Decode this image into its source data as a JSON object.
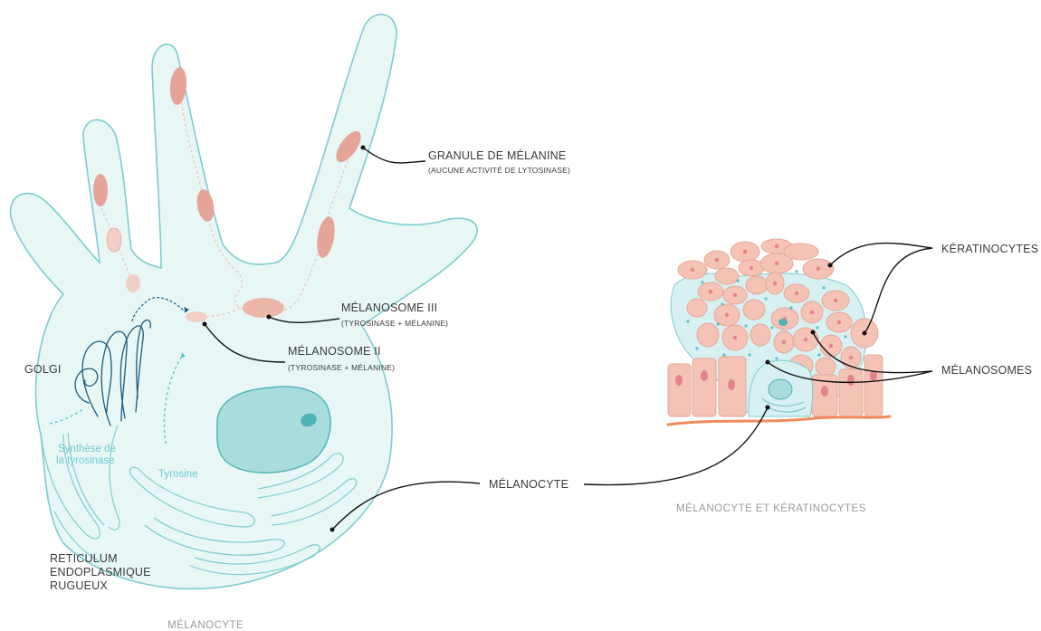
{
  "colors": {
    "cell_fill": "#e8f6f6",
    "cell_stroke": "#7ccccf",
    "melanosome": "#e5a497",
    "melanosome_light": "#f2cfc4",
    "nucleus": "#a9dcdc",
    "golgi": "#1f5a7a",
    "keratinocyte": "#f4c3b5",
    "basement": "#f08a5d",
    "leader": "#111111",
    "caption": "#9a9a9a"
  },
  "labels": {
    "granule_title": "GRANULE DE MÉLANINE",
    "granule_sub": "(AUCUNE ACTIVITÉ DE LYTOSINASE)",
    "melanosome3_title": "MÉLANOSOME III",
    "melanosome3_sub": "(TYROSINASE + MÉLANINE)",
    "melanosome2_title": "MÉLANOSOME II",
    "melanosome2_sub": "(TYROSINASE + MÉLANINE)",
    "golgi": "GOLGI",
    "synthesis_line1": "Synthèse de",
    "synthesis_line2": "la tyrosinase",
    "tyrosine": "Tyrosine",
    "reticulum_line1": "RETICULUM",
    "reticulum_line2": "ENDOPLASMIQUE",
    "reticulum_line3": "RUGUEUX",
    "melanocyte_label": "MÉLANOCYTE",
    "keratinocytes": "KÉRATINOCYTES",
    "melanosomes": "MÉLANOSOMES"
  },
  "captions": {
    "left": "MÉLANOCYTE",
    "right": "MÉLANOCYTE ET KÉRATINOCYTES"
  }
}
